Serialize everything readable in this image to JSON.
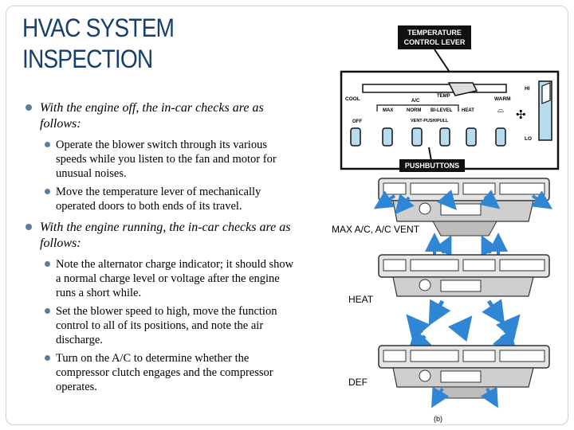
{
  "slide": {
    "title": "HVAC SYSTEM\nINSPECTION",
    "bullets": [
      {
        "text": "With the engine off, the in-car checks are as follows:",
        "subs": [
          "Operate the blower switch through its various speeds while you listen to the fan and motor for unusual noises.",
          "Move the temperature lever of mechanically operated doors to both ends of its travel."
        ]
      },
      {
        "text": "With the engine running, the in-car checks are as follows:",
        "subs": [
          "Note the alternator charge indicator; it should show a normal charge level or voltage after the engine runs a short while.",
          "Set the blower speed to high, move the function control to all of its positions, and note the air discharge.",
          "Turn on the A/C to determine whether the compressor clutch engages and the compressor operates."
        ]
      }
    ]
  },
  "figure": {
    "callout_temp_line1": "TEMPERATURE",
    "callout_temp_line2": "CONTROL LEVER",
    "callout_pushbuttons": "PUSHBUTTONS",
    "label_cool": "COOL",
    "label_warm": "WARM",
    "label_temp": "TEMP",
    "label_ac": "A/C",
    "label_max": "MAX",
    "label_norm": "NORM",
    "label_bilevel": "BI-LEVEL",
    "label_heat_btn": "HEAT",
    "label_vent": "VENT-PUSH/PULL",
    "label_off": "OFF",
    "label_hi": "HI",
    "label_lo": "LO",
    "mode_max_ac": "MAX A/C, A/C VENT",
    "mode_heat": "HEAT",
    "mode_def": "DEF",
    "caption": "(b)"
  },
  "colors": {
    "title": "#17406d",
    "bullet": "#5a7f9e",
    "arrow": "#2f86d4"
  }
}
